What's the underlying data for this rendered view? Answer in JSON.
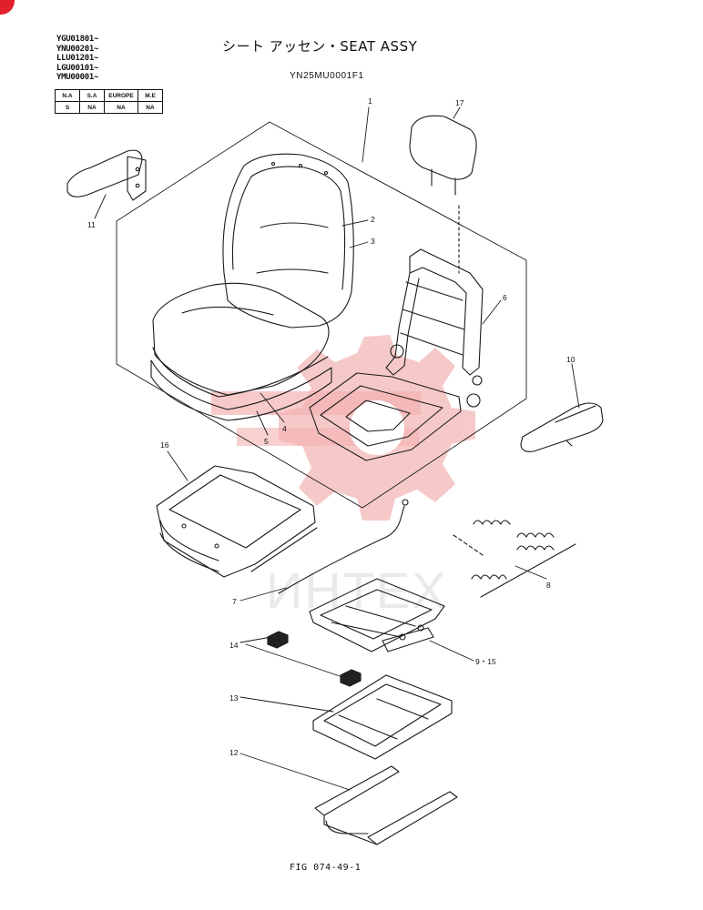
{
  "header": {
    "serials": [
      "YGU01801~",
      "YNU00201~",
      "LLU01201~",
      "LGU00101~",
      "YMU00001~"
    ],
    "title": "シート アッセン・SEAT ASSY",
    "code": "YN25MU0001F1"
  },
  "regions_table": {
    "headers": [
      "N.A",
      "S.A",
      "EUROPE",
      "M.E"
    ],
    "values": [
      "S",
      "NA",
      "NA",
      "NA"
    ]
  },
  "callouts": {
    "c1": "1",
    "c2": "2",
    "c3": "3",
    "c4": "4",
    "c5": "5",
    "c6": "6",
    "c7": "7",
    "c8": "8",
    "c9_15": "9・15",
    "c10": "10",
    "c11": "11",
    "c12": "12",
    "c13": "13",
    "c14": "14",
    "c16": "16",
    "c17": "17"
  },
  "watermark": {
    "text": "ИНТЕХ",
    "color": "#f4b3b3"
  },
  "figure_label": "FIG 074-49-1"
}
